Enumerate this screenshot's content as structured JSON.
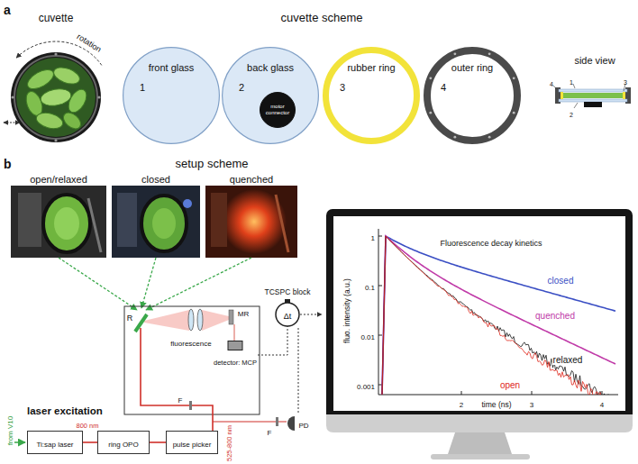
{
  "diagram": {
    "nodes": [
      {
        "text": [
          "front glass",
          "1"
        ]
      },
      {
        "text": [
          "back glass",
          "2"
        ]
      },
      {
        "text": [
          "motor connector"
        ],
        "in": 1
      },
      {
        "text": [
          "rubber ring",
          "3"
        ]
      },
      {
        "text": [
          "outer ring",
          "4"
        ]
      },
      {
        "text": [
          "TCSPC block",
          "Δt"
        ]
      },
      {
        "text": [
          "detector: MCP"
        ]
      },
      {
        "text": [
          "Ti:sap laser"
        ]
      },
      {
        "text": [
          "ring OPO"
        ]
      },
      {
        "text": [
          "pulse picker"
        ]
      },
      {
        "text": [
          "PD"
        ]
      }
    ],
    "edges": [
      {
        "from": 7,
        "to": 8,
        "arrow": "none"
      },
      {
        "from": 8,
        "to": 9,
        "arrow": "none"
      },
      {
        "from": 10,
        "to": 5,
        "arrow": "none"
      },
      {
        "from": 6,
        "to": 5,
        "arrow": "none"
      }
    ],
    "labels": [
      "a",
      "cuvette",
      "cuvette scheme",
      "rotation",
      "side view",
      "4",
      "1",
      "3",
      "2",
      "b",
      "setup scheme",
      "open/relaxed",
      "closed",
      "quenched",
      "R",
      "fluorescence",
      "MR",
      "F",
      "800 nm",
      "525-800 nm",
      "F",
      "laser excitation",
      "from V10",
      "Fluorescence decay kinetics",
      "closed",
      "quenched",
      "relaxed",
      "open",
      "fluo. intensity (a.u.)",
      "1",
      "0.1",
      "0.01",
      "0.001",
      "time (ns)",
      "2",
      "3",
      "4"
    ]
  }
}
